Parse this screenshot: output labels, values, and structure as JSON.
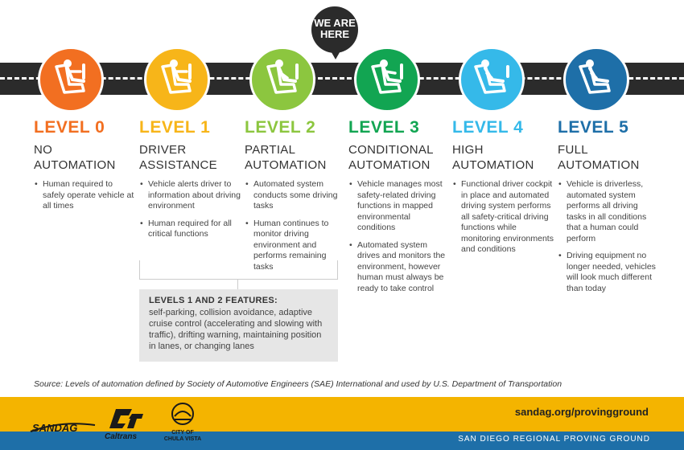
{
  "marker": {
    "line1": "WE ARE",
    "line2": "HERE"
  },
  "colors": {
    "level0": "#f26f21",
    "level1": "#f7b519",
    "level2": "#8cc63f",
    "level3": "#12a552",
    "level4": "#35b9e9",
    "level5": "#1e6fa8"
  },
  "levels": [
    {
      "label": "LEVEL 0",
      "name_line1": "NO",
      "name_line2": "AUTOMATION",
      "icon": "driver-hands-on-icon",
      "bullets": [
        "Human required to safely operate vehicle at all times"
      ]
    },
    {
      "label": "LEVEL 1",
      "name_line1": "DRIVER",
      "name_line2": "ASSISTANCE",
      "icon": "driver-hands-on-icon",
      "bullets": [
        "Vehicle alerts driver to information about driving environment",
        "Human required for all critical functions"
      ]
    },
    {
      "label": "LEVEL 2",
      "name_line1": "PARTIAL",
      "name_line2": "AUTOMATION",
      "icon": "driver-hands-low-icon",
      "bullets": [
        "Automated system conducts some driving tasks",
        "Human continues to monitor driving environment and performs remaining tasks"
      ]
    },
    {
      "label": "LEVEL 3",
      "name_line1": "CONDITIONAL",
      "name_line2": "AUTOMATION",
      "icon": "driver-hands-ready-icon",
      "bullets": [
        "Vehicle manages most safety-related driving functions in mapped environmental conditions",
        "Automated system drives and monitors the environment, however human must always be ready to take control"
      ]
    },
    {
      "label": "LEVEL 4",
      "name_line1": "HIGH",
      "name_line2": "AUTOMATION",
      "icon": "driver-relaxed-icon",
      "bullets": [
        "Functional driver cockpit in place and automated driving system performs all safety-critical driving functions while monitoring environments and conditions"
      ]
    },
    {
      "label": "LEVEL 5",
      "name_line1": "FULL",
      "name_line2": "AUTOMATION",
      "icon": "passenger-only-icon",
      "bullets": [
        "Vehicle is driverless, automated system performs all driving tasks in all conditions that a human could perform",
        "Driving equipment no longer needed, vehicles will look much different than today"
      ]
    }
  ],
  "features": {
    "heading": "LEVELS 1 AND 2 FEATURES:",
    "text": "self-parking, collision avoidance, adaptive cruise control (accelerating and slowing with traffic), drifting warning, maintaining position in lanes, or changing lanes"
  },
  "source": "Source: Levels of automation defined by Society of Automotive Engineers (SAE) International and used by U.S. Department of Transportation",
  "footer": {
    "url": "sandag.org/provingground",
    "tagline": "SAN DIEGO REGIONAL PROVING GROUND",
    "logos": {
      "sandag": "SANDAG",
      "caltrans": "Caltrans",
      "chula_line1": "CITY OF",
      "chula_line2": "CHULA VISTA"
    }
  }
}
